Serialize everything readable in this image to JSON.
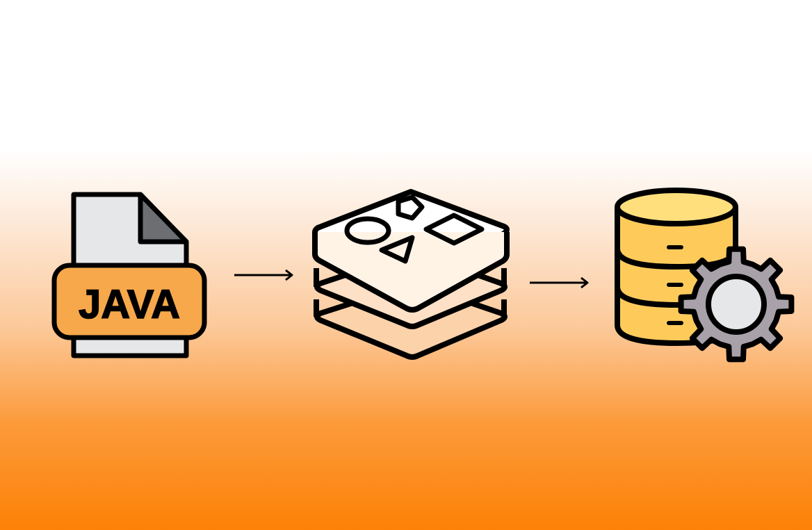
{
  "diagram": {
    "nodes": [
      {
        "id": "java-file",
        "icon": "java-file-icon",
        "label": "JAVA",
        "colors": {
          "badge": "#f7a84b",
          "page": "#e6e7e9",
          "fold": "#6d6e71"
        }
      },
      {
        "id": "cache",
        "icon": "redis-stack-icon",
        "colors": {
          "layer": "#ffffff"
        }
      },
      {
        "id": "database",
        "icon": "database-gear-icon",
        "colors": {
          "cylinder": "#fecb5b",
          "cylinder_top": "#ffdf7c",
          "gear": "#a8a1a9",
          "gear_center": "#e6e7e9"
        }
      }
    ],
    "edges": [
      {
        "from": "java-file",
        "to": "cache"
      },
      {
        "from": "cache",
        "to": "database"
      }
    ]
  }
}
